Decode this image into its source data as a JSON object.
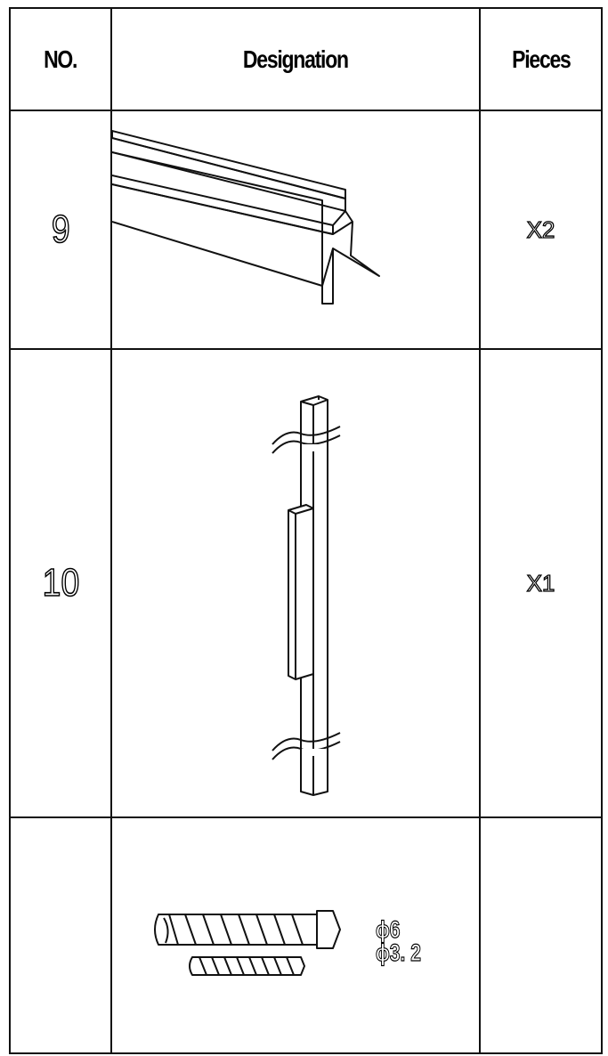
{
  "table": {
    "headers": {
      "no": "NO.",
      "designation": "Designation",
      "pieces": "Pieces"
    },
    "rows": [
      {
        "no": "9",
        "pieces": "X2",
        "part_icon": "seal-strip-profile"
      },
      {
        "no": "10",
        "pieces": "X1",
        "part_icon": "vertical-seal-strip-with-magnet"
      },
      {
        "no": "",
        "pieces": "",
        "part_icon": "screw-and-wall-plug",
        "dimensions": [
          "ϕ6",
          "ϕ3. 2"
        ]
      }
    ]
  }
}
